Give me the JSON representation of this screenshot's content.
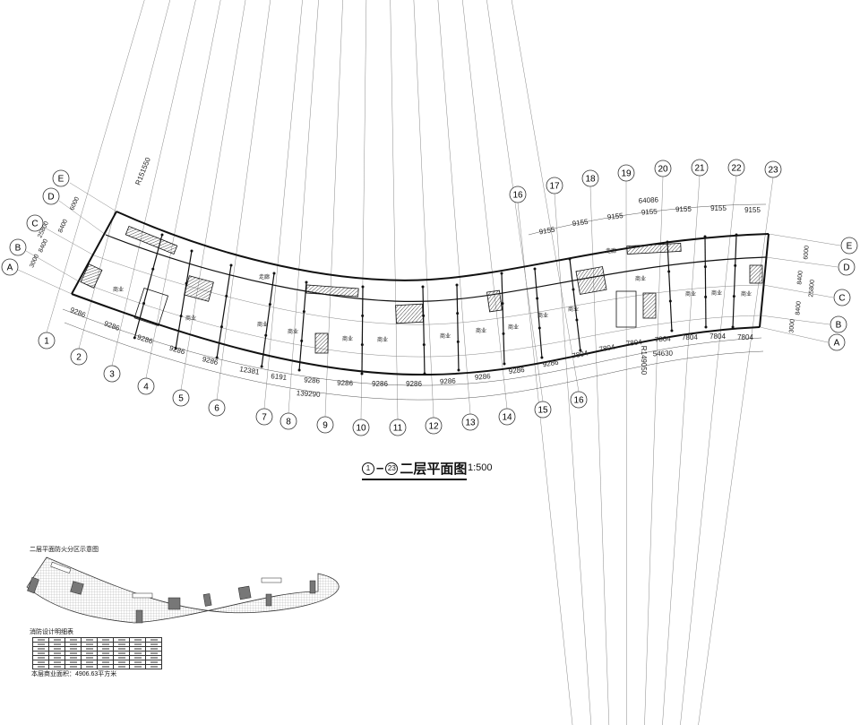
{
  "drawing": {
    "title": "二层平面图",
    "axis_range_start": "1",
    "axis_range_end": "23",
    "scale": "1:500"
  },
  "axes": {
    "columns_bottom": [
      "1",
      "2",
      "3",
      "4",
      "5",
      "6",
      "7",
      "8",
      "9",
      "10",
      "11",
      "12",
      "13",
      "14",
      "15",
      "16"
    ],
    "columns_top": [
      "16",
      "17",
      "18",
      "19",
      "20",
      "21",
      "22",
      "23"
    ],
    "rows_left": [
      "E",
      "D",
      "C",
      "B",
      "A"
    ],
    "rows_right": [
      "E",
      "D",
      "C",
      "B",
      "A"
    ]
  },
  "dimensions": {
    "bottom_segments": [
      "9286",
      "9286",
      "9286",
      "9286",
      "9286",
      "12381",
      "6191",
      "9286",
      "9286",
      "9286",
      "9286",
      "9286",
      "9286",
      "9286",
      "9286",
      "7804",
      "7804",
      "7804",
      "7804",
      "7804",
      "7804",
      "7804"
    ],
    "bottom_total_left": "139290",
    "bottom_total_right": "54630",
    "top_segments": [
      "9155",
      "9155",
      "9155",
      "9155",
      "9155",
      "9155",
      "9155"
    ],
    "top_total": "64086",
    "left_rows": [
      "6000",
      "8400",
      "25800",
      "8400",
      "3000"
    ],
    "right_rows": [
      "6000",
      "8400",
      "25800",
      "8400",
      "3000"
    ],
    "radius_outer": "R151550",
    "radius_inner": "R149050"
  },
  "rooms": {
    "commercial_label": "商业",
    "corridor_label": "走廊"
  },
  "fire_zone": {
    "title": "二层平面防火分区示意图",
    "table_title": "消防设计明细表",
    "area_note": "本层商业面积：4906.63平方米"
  },
  "colors": {
    "line": "#111111",
    "grid": "#888888",
    "hatch": "#555555"
  }
}
